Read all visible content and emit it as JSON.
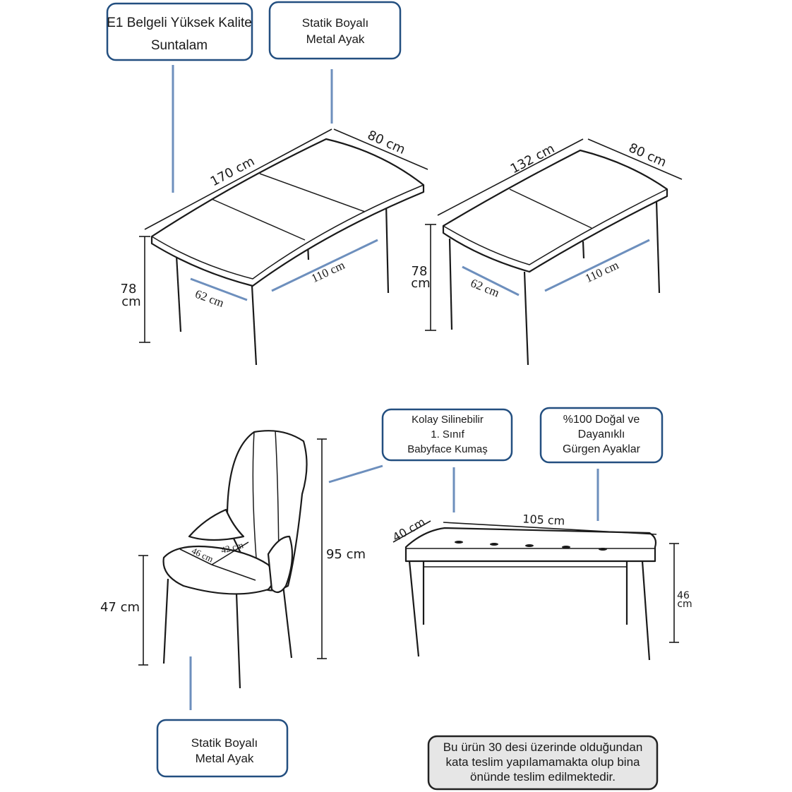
{
  "callouts": {
    "top_material": {
      "line1": "E1 Belgeli Yüksek Kalite",
      "line2": "Suntalam"
    },
    "table_legs": {
      "line1": "Statik Boyalı",
      "line2": "Metal Ayak"
    },
    "fabric": {
      "line1": "Kolay Silinebilir",
      "line2": "1. Sınıf",
      "line3": "Babyface Kumaş"
    },
    "bench_legs": {
      "line1": "%100 Doğal ve",
      "line2": "Dayanıklı",
      "line3": "Gürgen Ayaklar"
    },
    "chair_legs": {
      "line1": "Statik Boyalı",
      "line2": "Metal Ayak"
    }
  },
  "extended_table": {
    "length": "170 cm",
    "width": "80 cm",
    "height_num": "78",
    "height_unit": "cm",
    "leg_span_short": "62 cm",
    "leg_span_long": "110 cm"
  },
  "closed_table": {
    "length": "132 cm",
    "width": "80 cm",
    "height_num": "78",
    "height_unit": "cm",
    "leg_span_short": "62 cm",
    "leg_span_long": "110 cm"
  },
  "chair": {
    "height": "95 cm",
    "seat_height": "47 cm",
    "seat_depth": "46 cm",
    "seat_width": "42 cm"
  },
  "bench": {
    "length": "105 cm",
    "depth": "40 cm",
    "height_num": "46",
    "height_unit": "cm"
  },
  "delivery_note": {
    "line1": "Bu ürün 30 desi üzerinde olduğundan",
    "line2": "kata teslim yapılamamakta olup bina",
    "line3": "önünde teslim edilmektedir."
  },
  "colors": {
    "callout_border": "#234f80",
    "leader_line": "#6d8fbd",
    "note_fill": "#e6e6e6"
  }
}
